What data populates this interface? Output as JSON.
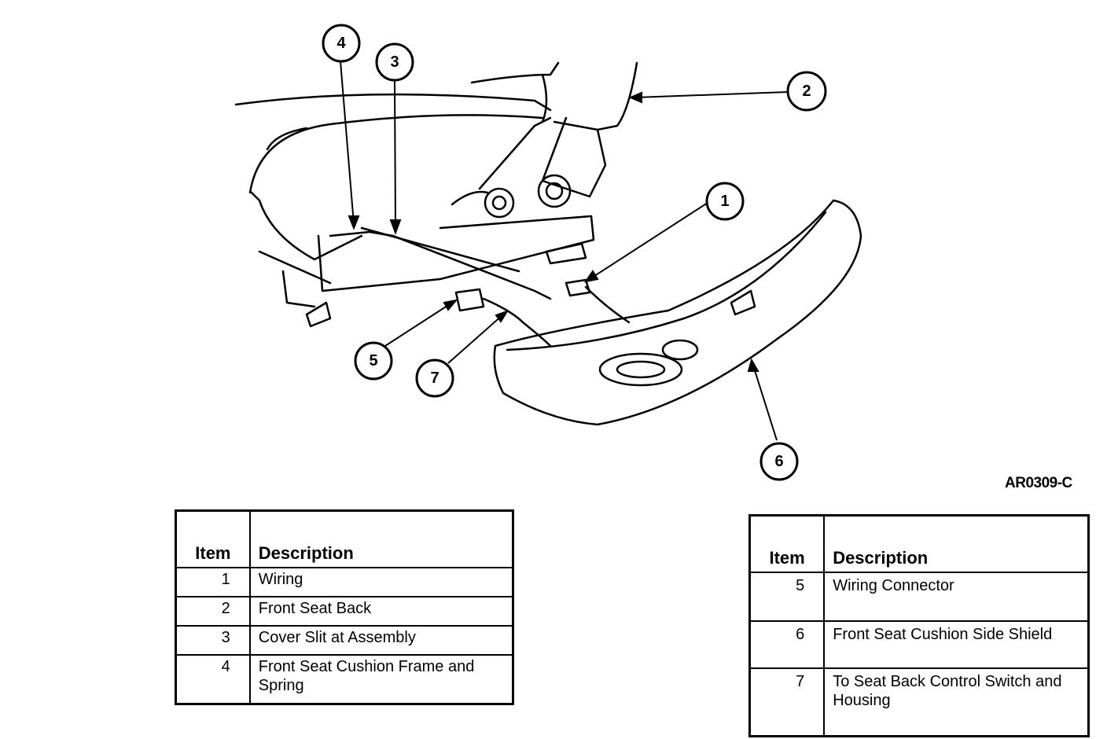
{
  "figure_code": "AR0309-C",
  "callouts": [
    "1",
    "2",
    "3",
    "4",
    "5",
    "6",
    "7"
  ],
  "table_left": {
    "header_item": "Item",
    "header_description": "Description",
    "rows": [
      {
        "item": "1",
        "description": "Wiring"
      },
      {
        "item": "2",
        "description": "Front Seat Back"
      },
      {
        "item": "3",
        "description": "Cover Slit at Assembly"
      },
      {
        "item": "4",
        "description": "Front Seat Cushion Frame and Spring"
      }
    ]
  },
  "table_right": {
    "header_item": "Item",
    "header_description": "Description",
    "rows": [
      {
        "item": "5",
        "description": "Wiring Connector"
      },
      {
        "item": "6",
        "description": "Front Seat Cushion Side Shield"
      },
      {
        "item": "7",
        "description": "To Seat Back Control Switch and Housing"
      }
    ]
  }
}
